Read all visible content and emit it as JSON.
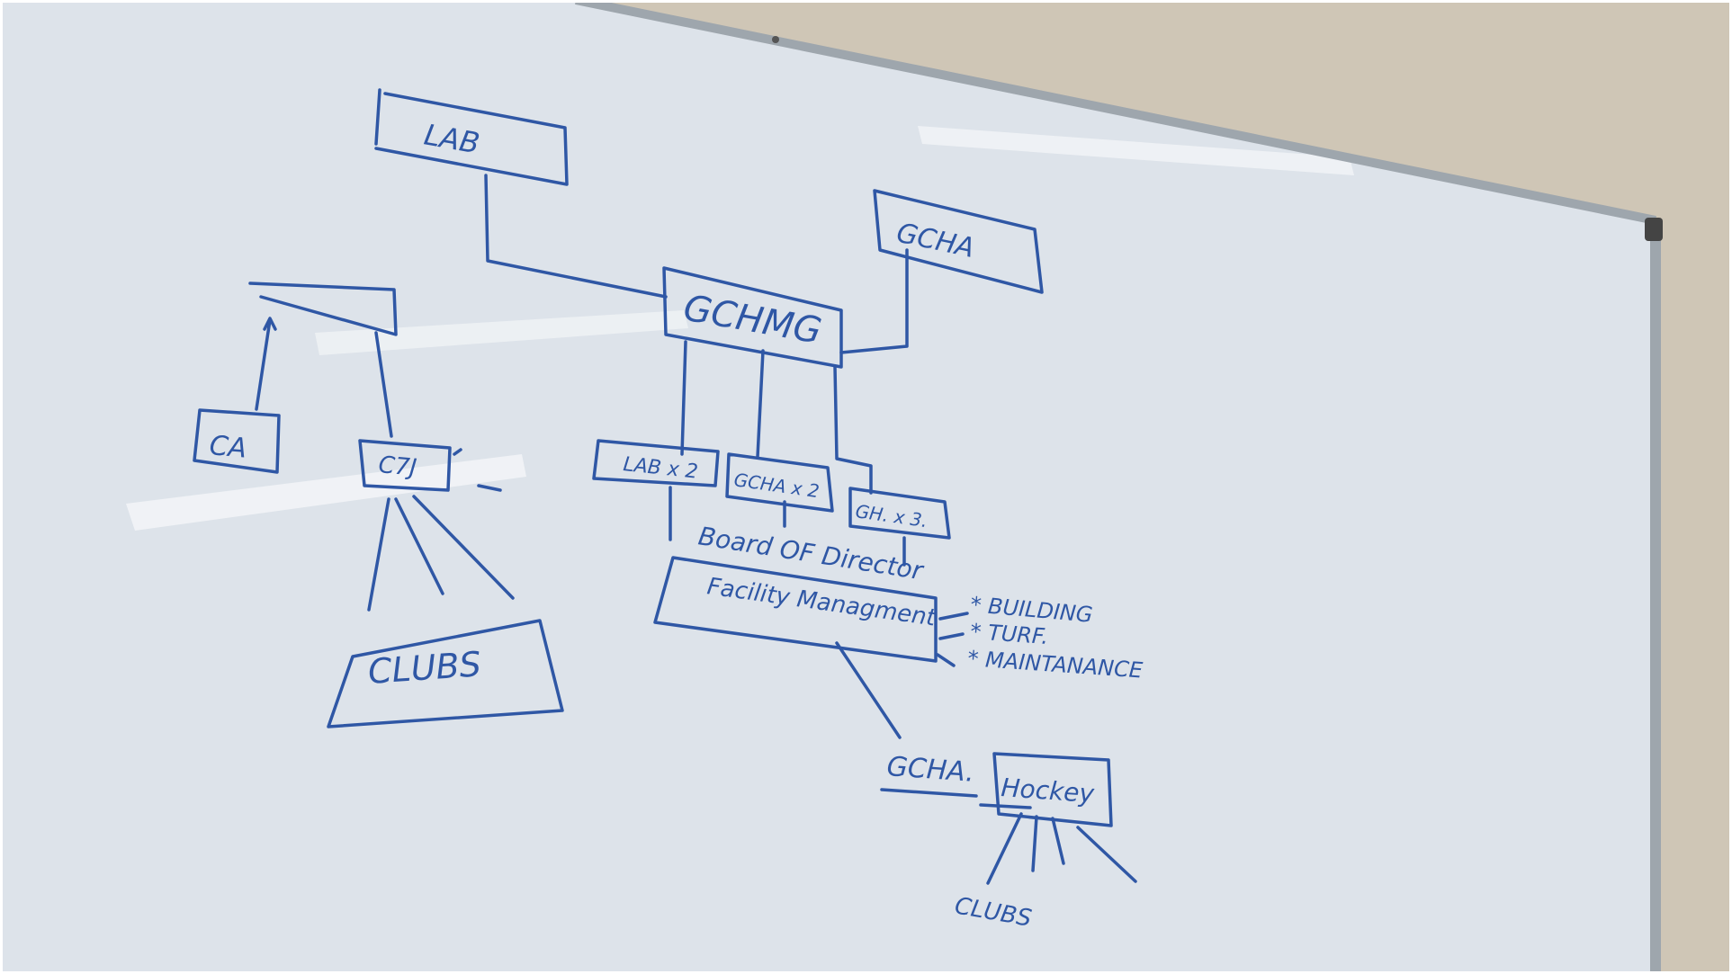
{
  "colors": {
    "wall": "#cfc6b6",
    "board": "#dde3ea",
    "board_shadow": "#b9c2cd",
    "frame": "#9ea6ad",
    "ink": "#2f57a5",
    "outer_border": "#ffffff"
  },
  "whiteboard": {
    "boxes": {
      "lab": "LAB",
      "gcha_top": "GCHA",
      "gchmg": "GCHMG",
      "left_small": "CA",
      "left_mid": "C7J",
      "clubs_left": "CLUBS",
      "lab_x2": "LAB x 2",
      "gcha_x2": "GCHA x 2",
      "gh_x3": "GH. x 3.",
      "facility": "Facility Managment",
      "hockey": "Hockey"
    },
    "labels": {
      "board_of_director": "Board OF Director",
      "building": "* BUILDING",
      "turf": "* TURF.",
      "maintenance": "* MAINTANANCE",
      "gcha_bottom": "GCHA.",
      "clubs_bottom": "CLUBS"
    }
  }
}
